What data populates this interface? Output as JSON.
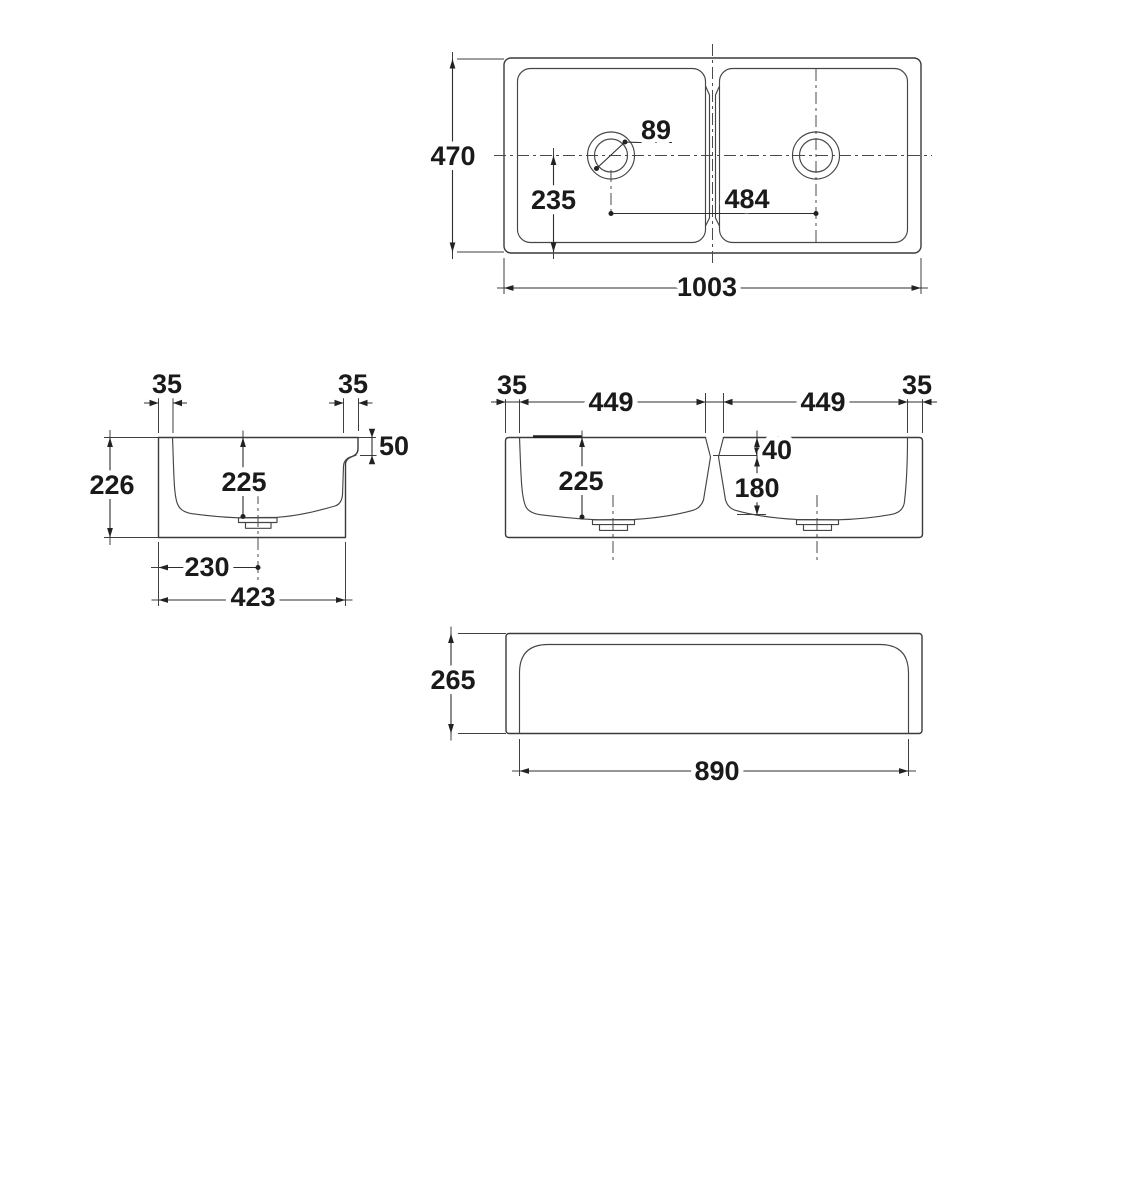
{
  "drawing": {
    "type": "sink-dimension-drawing",
    "colors": {
      "line": "#3a3a3a",
      "text": "#1a1a1a",
      "background": "#ffffff"
    },
    "views": {
      "plan": {
        "width": "1003",
        "height": "470",
        "drain_diameter": "89",
        "drain_offset": "235",
        "drain_spacing": "484"
      },
      "cross_section": {
        "left_wall": "35",
        "right_wall": "35",
        "rim_step": "50",
        "height": "226",
        "bowl_depth": "225",
        "drain_offset": "230",
        "width": "423"
      },
      "long_section": {
        "left_wall": "35",
        "right_wall": "35",
        "left_bowl": "449",
        "right_bowl": "449",
        "bowl_depth": "225",
        "divider_offset": "40",
        "divider_depth": "180"
      },
      "front": {
        "height": "265",
        "width": "890"
      }
    }
  }
}
